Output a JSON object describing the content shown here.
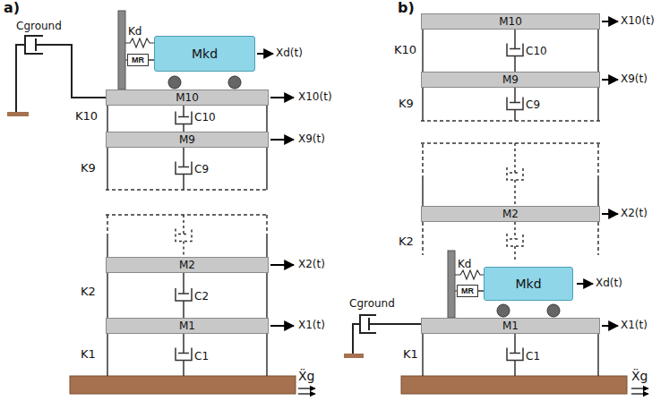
{
  "diagram": {
    "nodes": [
      {
        "text": [
          "Mkd"
        ]
      },
      {
        "text": [
          "MR"
        ]
      },
      {
        "text": [
          "M10"
        ]
      },
      {
        "text": [
          "M9"
        ]
      },
      {
        "text": [
          "M2"
        ]
      },
      {
        "text": [
          "M1"
        ]
      },
      {
        "text": [
          "M10"
        ]
      },
      {
        "text": [
          "M9"
        ]
      },
      {
        "text": [
          "M2"
        ]
      },
      {
        "text": [
          "Mkd"
        ]
      },
      {
        "text": [
          "MR"
        ]
      },
      {
        "text": [
          "M1"
        ]
      }
    ],
    "edges": [
      {
        "from": 2,
        "to": 3,
        "arrow": "none"
      },
      {
        "from": 4,
        "to": 5,
        "arrow": "none"
      },
      {
        "from": 1,
        "to": 0,
        "arrow": "none"
      },
      {
        "from": 6,
        "to": 7,
        "arrow": "none"
      },
      {
        "from": 10,
        "to": 9,
        "arrow": "none"
      }
    ],
    "labels": [
      "a)",
      "Cground",
      "Kd",
      "Xd(t)",
      "X10(t)",
      "K10",
      "C10",
      "X9(t)",
      "K9",
      "C9",
      "X2(t)",
      "K2",
      "C2",
      "X1(t)",
      "K1",
      "C1",
      "Ẍg",
      "b)",
      "X10(t)",
      "K10",
      "C10",
      "X9(t)",
      "K9",
      "C9",
      "X2(t)",
      "K2",
      "Kd",
      "Xd(t)",
      "Cground",
      "X1(t)",
      "K1",
      "C1",
      "Ẍg"
    ]
  }
}
